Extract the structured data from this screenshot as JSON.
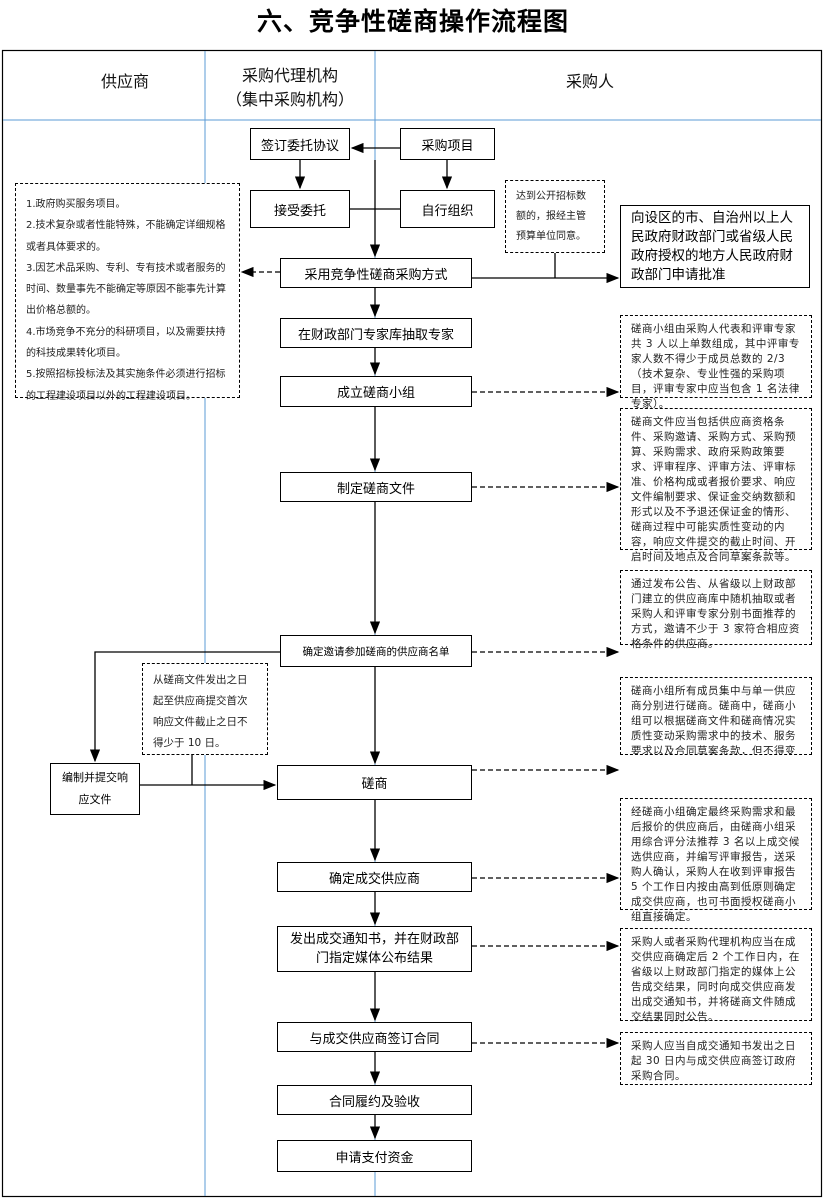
{
  "title": "六、竞争性磋商操作流程图",
  "columns": {
    "supplier": "供应商",
    "agency_line1": "采购代理机构",
    "agency_line2": "（集中采购机构）",
    "purchaser": "采购人"
  },
  "steps": {
    "sign_agreement": "签订委托协议",
    "purchase_project": "采购项目",
    "accept_commission": "接受委托",
    "self_organize": "自行组织",
    "adopt_method": "采用竞争性磋商采购方式",
    "extract_experts": "在财政部门专家库抽取专家",
    "form_team": "成立磋商小组",
    "draft_docs": "制定磋商文件",
    "confirm_suppliers": "确定邀请参加磋商的供应商名单",
    "prepare_response": "编制并提交响应文件",
    "negotiate": "磋商",
    "confirm_winner": "确定成交供应商",
    "issue_notice": "发出成交通知书，并在财政部门指定媒体公布结果",
    "sign_contract": "与成交供应商签订合同",
    "perform_accept": "合同履约及验收",
    "apply_payment": "申请支付资金",
    "apply_approval": "向设区的市、自治州以上人民政府财政部门或省级人民政府授权的地方人民政府财政部门申请批准"
  },
  "notes": {
    "applicable_cases": [
      "1.政府购买服务项目。",
      "2.技术复杂或者性能特殊，不能确定详细规格或者具体要求的。",
      "3.因艺术品采购、专利、专有技术或者服务的时间、数量事先不能确定等原因不能事先计算出价格总额的。",
      "4.市场竞争不充分的科研项目，以及需要扶持的科技成果转化项目。",
      "5.按照招标投标法及其实施条件必须进行招标的工程建设项目以外的工程建设项目。"
    ],
    "threshold": "达到公开招标数额的，报经主管预算单位同意。",
    "team": "磋商小组由采购人代表和评审专家共 3 人以上单数组成，其中评审专家人数不得少于成员总数的 2/3（技术复杂、专业性强的采购项目，评审专家中应当包含 1 名法律专家）。",
    "docs": "磋商文件应当包括供应商资格条件、采购邀请、采购方式、采购预算、采购需求、政府采购政策要求、评审程序、评审方法、评审标准、价格构成或者报价要求、响应文件编制要求、保证金交纳数额和形式以及不予退还保证金的情形、磋商过程中可能实质性变动的内容，响应文件提交的截止时间、开启时间及地点及合同草案条款等。",
    "invite": "通过发布公告、从省级以上财政部门建立的供应商库中随机抽取或者采购人和评审专家分别书面推荐的方式，邀请不少于 3 家符合相应资格条件的供应商。",
    "deadline": "从磋商文件发出之日起至供应商提交首次响应文件截止之日不得少于 10 日。",
    "negotiation": "磋商小组所有成员集中与单一供应商分别进行磋商。磋商中，磋商小组可以根据磋商文件和磋商情况实质性变动采购需求中的技术、服务要求以及合同草案条款，但不得变动磋商文件中的其他内容。实质性变动的内容，须经采购人代表确认。",
    "winner": "经磋商小组确定最终采购需求和最后报价的供应商后，由磋商小组采用综合评分法推荐 3 名以上成交候选供应商，并编写评审报告，送采购人确认，采购人在收到评审报告 5 个工作日内按由高到低原则确定成交供应商，也可书面授权磋商小组直接确定。",
    "announce": "采购人或者采购代理机构应当在成交供应商确定后 2 个工作日内，在省级以上财政部门指定的媒体上公告成交结果，同时向成交供应商发出成交通知书，并将磋商文件随成交结果同时公告。",
    "contract": "采购人应当自成交通知书发出之日起 30 日内与成交供应商签订政府采购合同。"
  },
  "colors": {
    "lane_divider": "#5b9bd5",
    "line": "#000000"
  }
}
